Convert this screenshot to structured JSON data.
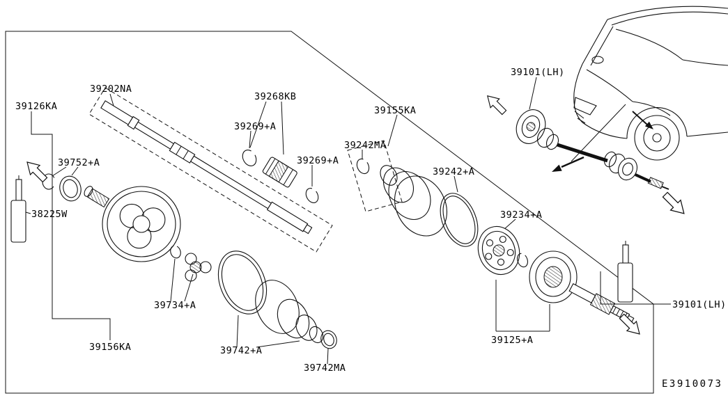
{
  "colors": {
    "ink": "#000000",
    "background": "#ffffff"
  },
  "diagram": {
    "drawing_number": "E3910073",
    "callouts": [
      {
        "part": "39126KA"
      },
      {
        "part": "39202NA"
      },
      {
        "part": "39268KB"
      },
      {
        "part": "39269+A"
      },
      {
        "part": "39269+A"
      },
      {
        "part": "39155KA"
      },
      {
        "part": "39242MA"
      },
      {
        "part": "39101(LH)"
      },
      {
        "part": "39242+A"
      },
      {
        "part": "39234+A"
      },
      {
        "part": "39752+A"
      },
      {
        "part": "38225W"
      },
      {
        "part": "39734+A"
      },
      {
        "part": "39156KA"
      },
      {
        "part": "39742+A"
      },
      {
        "part": "39742MA"
      },
      {
        "part": "39125+A"
      },
      {
        "part": "39101(LH)"
      }
    ]
  }
}
